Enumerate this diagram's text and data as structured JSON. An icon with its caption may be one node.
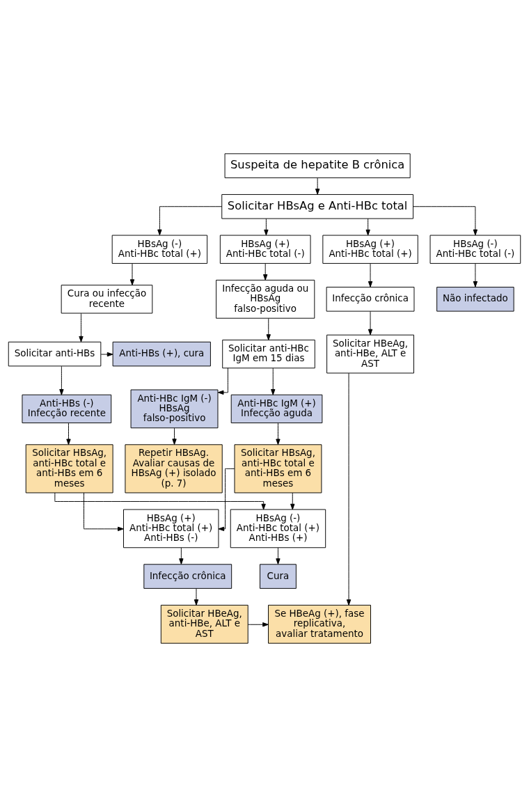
{
  "diagram": {
    "nodes": [
      {
        "text": [
          "Suspeita de hepatite B crônica"
        ]
      },
      {
        "text": [
          "Solicitar HBsAg e Anti-HBc total"
        ]
      },
      {
        "text": [
          "HBsAg (+)",
          "Anti-HBc total (+)"
        ]
      },
      {
        "text": [
          "HBsAg (+)",
          "Anti-HBc total (-)"
        ]
      },
      {
        "text": [
          "HBsAg (-)",
          "Anti-HBc total (+)"
        ]
      },
      {
        "text": [
          "HBsAg (-)",
          "Anti-HBc total (-)"
        ]
      },
      {
        "text": [
          "Infecção crônica"
        ]
      },
      {
        "text": [
          "Infecção aguda ou HBsAg falso-positivo"
        ]
      },
      {
        "text": [
          "Cura ou infecção recente"
        ]
      },
      {
        "text": [
          "Não infectado"
        ]
      },
      {
        "text": [
          "Solicitar HBeAg, anti-HBe, ALT e AST"
        ]
      },
      {
        "text": [
          "Solicitar anti-HBc IgM em 15 dias"
        ]
      },
      {
        "text": [
          "Solicitar anti-HBs"
        ]
      },
      {
        "text": [
          "Anti-HBs (+), cura"
        ]
      },
      {
        "text": [
          "Anti-HBc IgM (-)",
          "HBsAg falso-positivo"
        ]
      },
      {
        "text": [
          "Anti-HBc IgM (+)",
          "Infecção aguda"
        ]
      },
      {
        "text": [
          "Anti-HBs (-)",
          "Infecção recente"
        ]
      },
      {
        "text": [
          "Repetir HBsAg. Avaliar causas de HBsAg (+) isolado (p. 7)"
        ]
      },
      {
        "text": [
          "Solicitar HBsAg, anti-HBc total e anti-HBs em 6 meses"
        ]
      },
      {
        "text": [
          "Solicitar HBsAg, anti-HBc total e anti-HBs em 6 meses"
        ]
      },
      {
        "text": [
          "HBsAg (+)",
          "Anti-HBc total (+)",
          "Anti-HBs (-)"
        ]
      },
      {
        "text": [
          "HBsAg (-)",
          "Anti-HBc total (+)",
          "Anti-HBs (+)"
        ]
      },
      {
        "text": [
          "Infecção crônica"
        ]
      },
      {
        "text": [
          "Cura"
        ]
      },
      {
        "text": [
          "Se HBeAg (+), fase replicativa, avaliar tratamento"
        ]
      },
      {
        "text": [
          "Solicitar HBeAg, anti-HBe, ALT e AST"
        ]
      }
    ],
    "edges": [
      {
        "from": 0,
        "to": 1,
        "arrow": "to"
      },
      {
        "from": 1,
        "to": 2,
        "arrow": "to"
      },
      {
        "from": 1,
        "to": 3,
        "arrow": "to"
      },
      {
        "from": 1,
        "to": 4,
        "arrow": "to"
      },
      {
        "from": 1,
        "to": 5,
        "arrow": "to"
      },
      {
        "from": 2,
        "to": 6,
        "arrow": "to"
      },
      {
        "from": 3,
        "to": 7,
        "arrow": "to"
      },
      {
        "from": 4,
        "to": 8,
        "arrow": "to"
      },
      {
        "from": 5,
        "to": 9,
        "arrow": "to"
      },
      {
        "from": 6,
        "to": 10,
        "arrow": "to"
      },
      {
        "from": 7,
        "to": 11,
        "arrow": "to"
      },
      {
        "from": 8,
        "to": 12,
        "arrow": "to"
      },
      {
        "from": 12,
        "to": 13,
        "arrow": "to"
      },
      {
        "from": 12,
        "to": 16,
        "arrow": "to"
      },
      {
        "from": 11,
        "to": 14,
        "arrow": "to"
      },
      {
        "from": 11,
        "to": 15,
        "arrow": "to"
      },
      {
        "from": 14,
        "to": 17,
        "arrow": "to"
      },
      {
        "from": 15,
        "to": 18,
        "arrow": "to"
      },
      {
        "from": 16,
        "to": 19,
        "arrow": "to"
      },
      {
        "from": 18,
        "to": 20,
        "arrow": "to"
      },
      {
        "from": 18,
        "to": 21,
        "arrow": "to"
      },
      {
        "from": 19,
        "to": 20,
        "arrow": "to"
      },
      {
        "from": 19,
        "to": 21,
        "arrow": "to"
      },
      {
        "from": 20,
        "to": 22,
        "arrow": "to"
      },
      {
        "from": 21,
        "to": 23,
        "arrow": "to"
      },
      {
        "from": 10,
        "to": 24,
        "arrow": "to"
      },
      {
        "from": 22,
        "to": 25,
        "arrow": "to"
      },
      {
        "from": 25,
        "to": 24,
        "arrow": "to"
      }
    ]
  }
}
